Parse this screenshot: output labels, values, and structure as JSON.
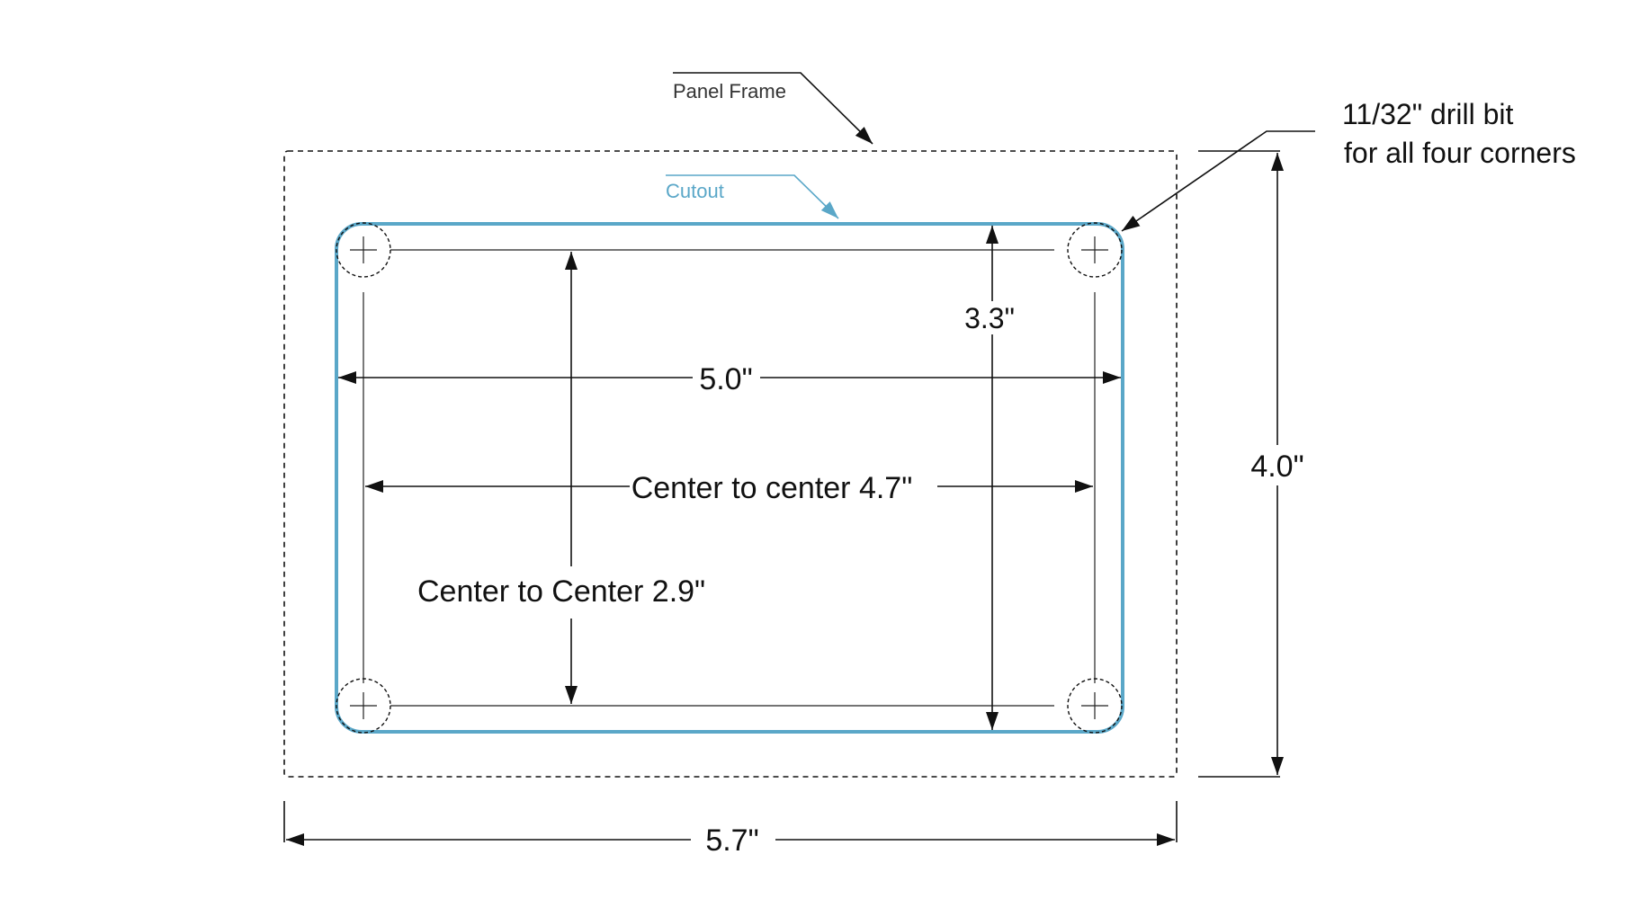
{
  "labels": {
    "panel_frame": "Panel Frame",
    "cutout": "Cutout",
    "drill_line1": "11/32\" drill bit",
    "drill_line2": "for all four corners",
    "cutout_width": "5.0\"",
    "cutout_height": "3.3\"",
    "hole_spacing_h": "Center to center 4.7\"",
    "hole_spacing_v": "Center to Center 2.9\"",
    "panel_height": "4.0\"",
    "panel_width": "5.7\""
  },
  "colors": {
    "cutout": "#5aa7c8",
    "lines": "#111111"
  }
}
